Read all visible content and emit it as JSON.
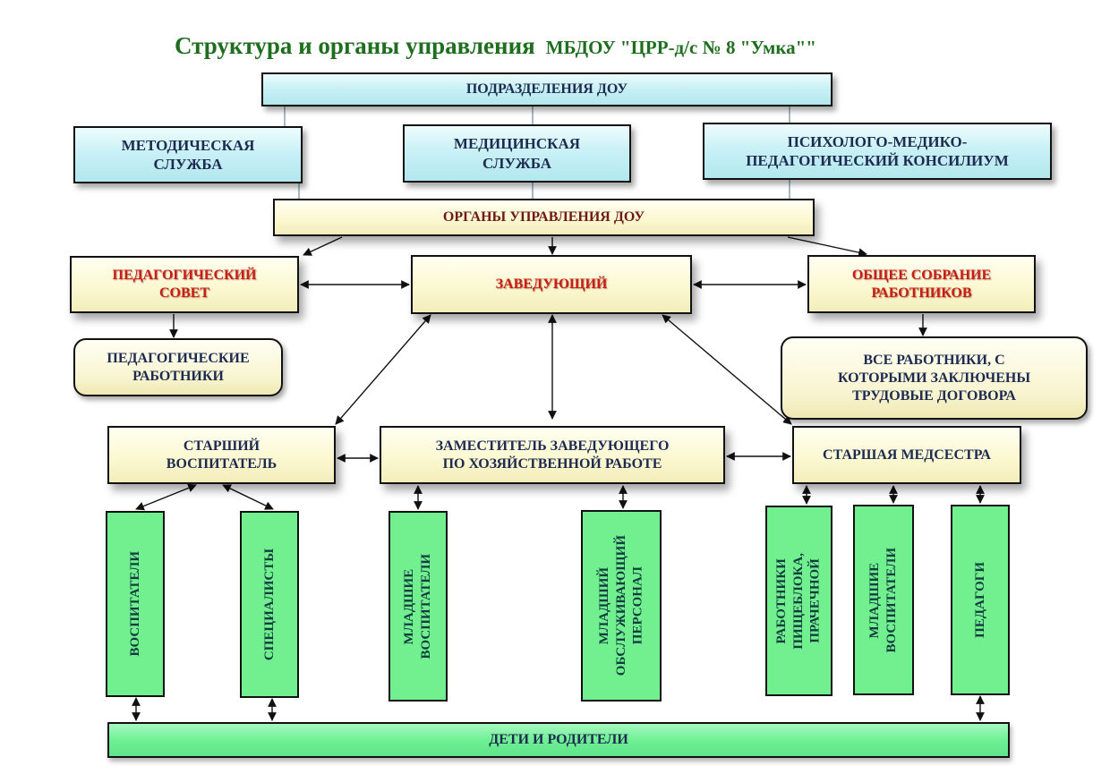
{
  "title": {
    "main": "Структура и органы управления",
    "org": "МБДОУ \"ЦРР-д/с № 8 \"Умка\"\""
  },
  "subdivisions": {
    "header": "ПОДРАЗДЕЛЕНИЯ ДОУ",
    "items": [
      {
        "label": "МЕТОДИЧЕСКАЯ\nСЛУЖБА"
      },
      {
        "label": "МЕДИЦИНСКАЯ\nСЛУЖБА"
      },
      {
        "label": "ПСИХОЛОГО-МЕДИКО-\nПЕДАГОГИЧЕСКИЙ КОНСИЛИУМ"
      }
    ]
  },
  "governance": {
    "header": "ОРГАНЫ УПРАВЛЕНИЯ ДОУ",
    "pedagogical_council": "ПЕДАГОГИЧЕСКИЙ\nСОВЕТ",
    "head": "ЗАВЕДУЮЩИЙ",
    "general_meeting": "ОБЩЕЕ СОБРАНИЕ\nРАБОТНИКОВ",
    "pedagogical_staff": "ПЕДАГОГИЧЕСКИЕ\nРАБОТНИКИ",
    "all_staff": "ВСЕ РАБОТНИКИ, С\nКОТОРЫМИ ЗАКЛЮЧЕНЫ\nТРУДОВЫЕ ДОГОВОРА"
  },
  "managers": {
    "senior_educator": "СТАРШИЙ\nВОСПИТАТЕЛЬ",
    "deputy_head": "ЗАМЕСТИТЕЛЬ ЗАВЕДУЮЩЕГО\nПО ХОЗЯЙСТВЕННОЙ РАБОТЕ",
    "senior_nurse": "СТАРШАЯ МЕДСЕСТРА"
  },
  "staff_groups": [
    {
      "label": "ВОСПИТАТЕЛИ"
    },
    {
      "label": "СПЕЦИАЛИСТЫ"
    },
    {
      "label": "МЛАДШИЕ\nВОСПИТАТЕЛИ"
    },
    {
      "label": "МЛАДШИЙ\nОБСЛУЖИВАЮЩИЙ\nПЕРСОНАЛ"
    },
    {
      "label": "РАБОТНИКИ\nПИЩЕБЛОКА,\nПРАЧЕЧНОЙ"
    },
    {
      "label": "МЛАДШИЕ\nВОСПИТАТЕЛИ"
    },
    {
      "label": "ПЕДАГОГИ"
    }
  ],
  "footer": {
    "children_parents": "ДЕТИ И РОДИТЕЛИ"
  },
  "colors": {
    "title_green": "#1f6e1f",
    "accent_red": "#c71d12",
    "header_maroon": "#6e1a16",
    "text_navy": "#1d2b50",
    "staff_green": "#72f08f",
    "subdivision_blue": "#c9f1f6",
    "governance_cream": "#fbf7cf"
  }
}
